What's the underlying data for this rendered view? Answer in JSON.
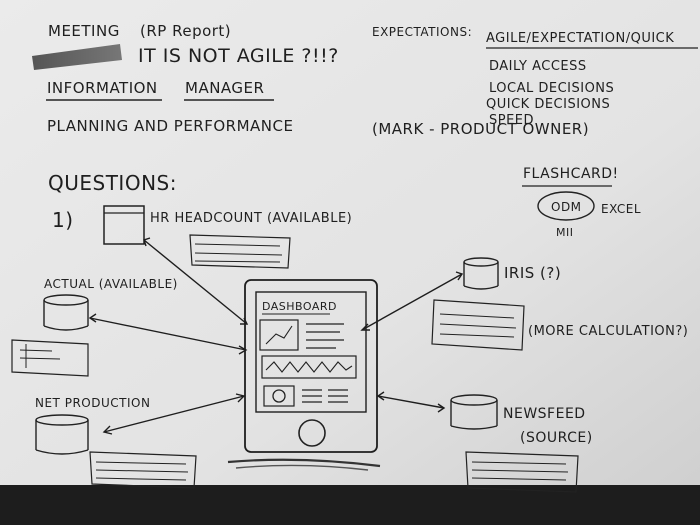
{
  "header": {
    "meeting": "MEETING",
    "report": "(RP Report)",
    "not_agile": "IT IS NOT AGILE ?!!?",
    "info": "INFORMATION",
    "manager": "MANAGER",
    "planning": "PLANNING AND PERFORMANCE",
    "owner": "(MARK - PRODUCT OWNER)"
  },
  "expectations": {
    "label": "EXPECTATIONS:",
    "heading": "AGILE/EXPECTATION/QUICK",
    "items": [
      "DAILY ACCESS",
      "LOCAL DECISIONS",
      "QUICK DECISIONS",
      "SPEED"
    ]
  },
  "flashcard": {
    "label": "FLASHCARD!",
    "odm": "ODM",
    "excel": "EXCEL",
    "mii": "MII"
  },
  "questions": {
    "label": "QUESTIONS:",
    "number": "1)"
  },
  "nodes": {
    "hr": "HR HEADCOUNT (AVAILABLE)",
    "actual": "ACTUAL (AVAILABLE)",
    "net": "NET PRODUCTION",
    "iris": "IRIS (?)",
    "more_calc": "(MORE CALCULATION?)",
    "newsfeed": "NEWSFEED",
    "source": "(SOURCE)"
  },
  "device": {
    "dashboard": "DASHBOARD"
  }
}
